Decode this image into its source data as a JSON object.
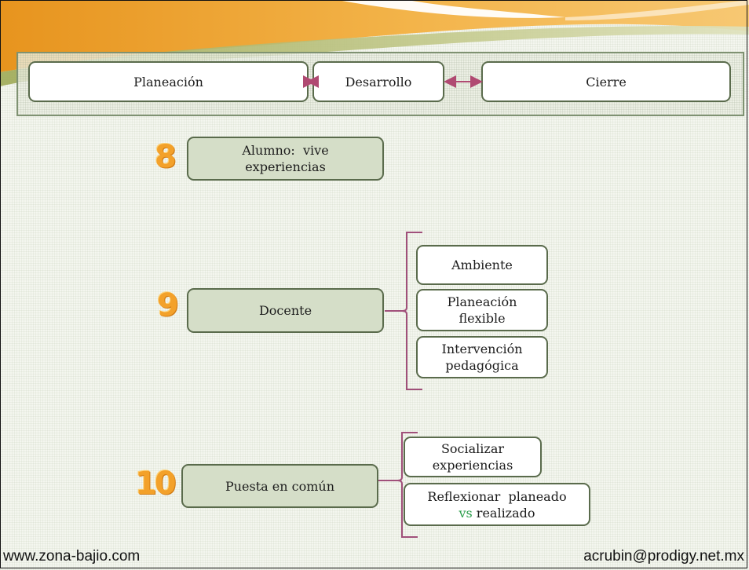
{
  "flow": {
    "planeacion": "Planeación",
    "desarrollo": "Desarrollo",
    "cierre": "Cierre"
  },
  "steps": [
    {
      "number": "8",
      "label_line1": "Alumno:  vive",
      "label_line2": "experiencias"
    },
    {
      "number": "9",
      "label": "Docente",
      "children": [
        {
          "line1": "Ambiente"
        },
        {
          "line1": "Planeación",
          "line2": "flexible"
        },
        {
          "line1": "Intervención",
          "line2": "pedagógica"
        }
      ]
    },
    {
      "number": "10",
      "label": "Puesta en común",
      "children": [
        {
          "line1": "Socializar",
          "line2": "experiencias"
        },
        {
          "line1": "Reflexionar  planeado",
          "vs": "vs",
          "line2_rest": " realizado"
        }
      ]
    }
  ],
  "footer": {
    "left": "www.zona-bajio.com",
    "right": "acrubin@prodigy.net.mx"
  },
  "colors": {
    "accent_orange": "#f3a12a",
    "box_green": "#d5dec8",
    "border_green": "#5a6b4c",
    "arrow": "#b04a72",
    "brace": "#a0507a",
    "vs_green": "#2a9d4a"
  }
}
